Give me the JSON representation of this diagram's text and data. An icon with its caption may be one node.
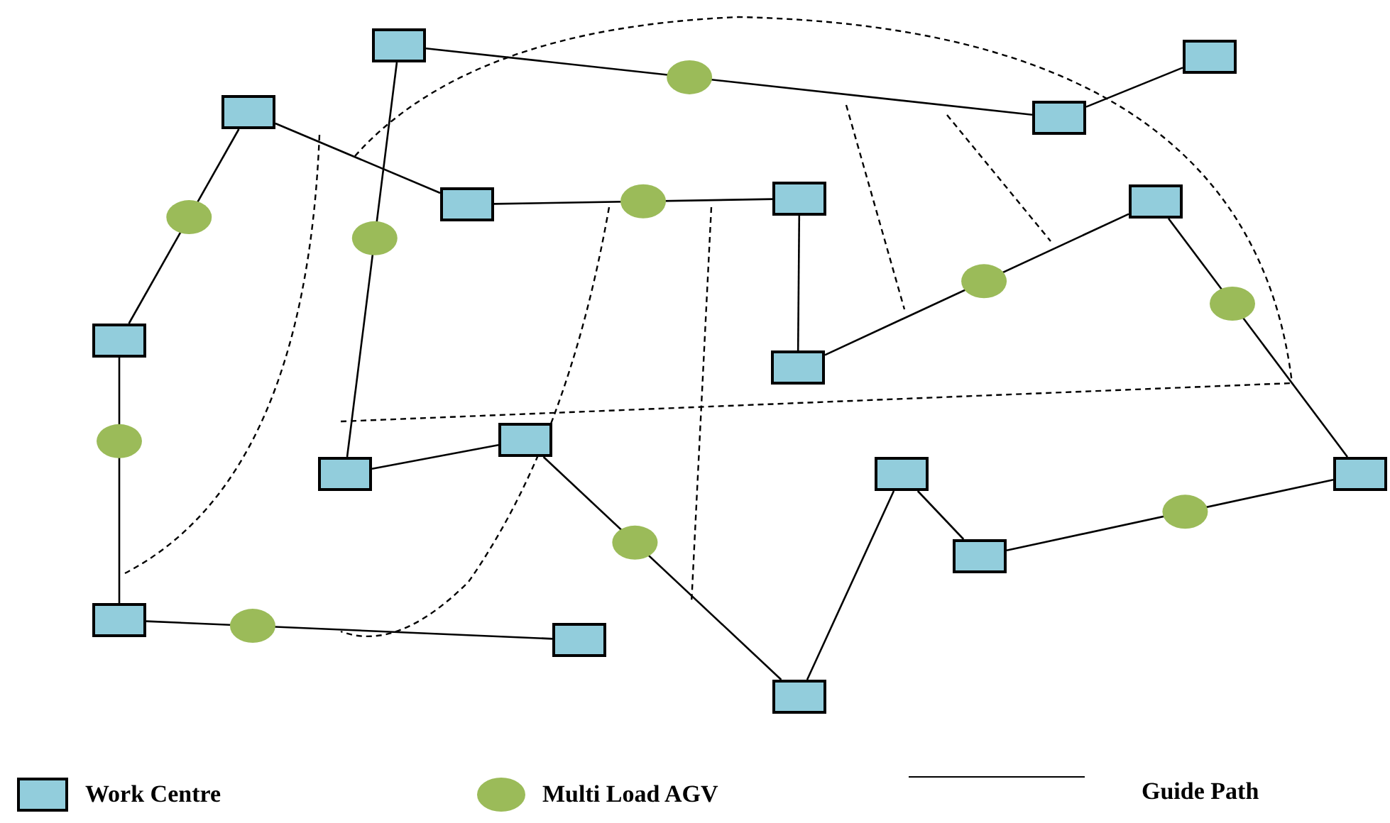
{
  "diagram": {
    "nodes": [
      {
        "text": [],
        "shape": "box"
      },
      {
        "text": [],
        "shape": "box"
      },
      {
        "text": [],
        "shape": "box"
      },
      {
        "text": [],
        "shape": "box"
      },
      {
        "text": [],
        "shape": "box"
      },
      {
        "text": [],
        "shape": "box"
      },
      {
        "text": [],
        "shape": "box"
      },
      {
        "text": [],
        "shape": "box"
      },
      {
        "text": [],
        "shape": "box"
      },
      {
        "text": [],
        "shape": "box"
      },
      {
        "text": [],
        "shape": "box"
      },
      {
        "text": [],
        "shape": "box"
      },
      {
        "text": [],
        "shape": "box"
      },
      {
        "text": [],
        "shape": "box"
      },
      {
        "text": [],
        "shape": "box"
      },
      {
        "text": [],
        "shape": "box"
      },
      {
        "text": [],
        "shape": "box"
      }
    ],
    "edges": [
      {
        "from": 0,
        "to": 3,
        "arrow": "none"
      },
      {
        "from": 3,
        "to": 1,
        "arrow": "none"
      },
      {
        "from": 0,
        "to": 10,
        "arrow": "none"
      },
      {
        "from": 2,
        "to": 7,
        "arrow": "none"
      },
      {
        "from": 2,
        "to": 4,
        "arrow": "none"
      },
      {
        "from": 4,
        "to": 5,
        "arrow": "none"
      },
      {
        "from": 5,
        "to": 8,
        "arrow": "none"
      },
      {
        "from": 8,
        "to": 6,
        "arrow": "none"
      },
      {
        "from": 6,
        "to": 12,
        "arrow": "none"
      },
      {
        "from": 7,
        "to": 14,
        "arrow": "none"
      },
      {
        "from": 14,
        "to": 15,
        "arrow": "none"
      },
      {
        "from": 10,
        "to": 9,
        "arrow": "none"
      },
      {
        "from": 9,
        "to": 16,
        "arrow": "none"
      },
      {
        "from": 16,
        "to": 11,
        "arrow": "none"
      },
      {
        "from": 11,
        "to": 13,
        "arrow": "none"
      },
      {
        "from": 13,
        "to": 12,
        "arrow": "none"
      }
    ],
    "legend": [
      {
        "text": "Work Centre"
      },
      {
        "text": "Multi Load AGV"
      },
      {
        "text": "Guide Path"
      }
    ]
  }
}
